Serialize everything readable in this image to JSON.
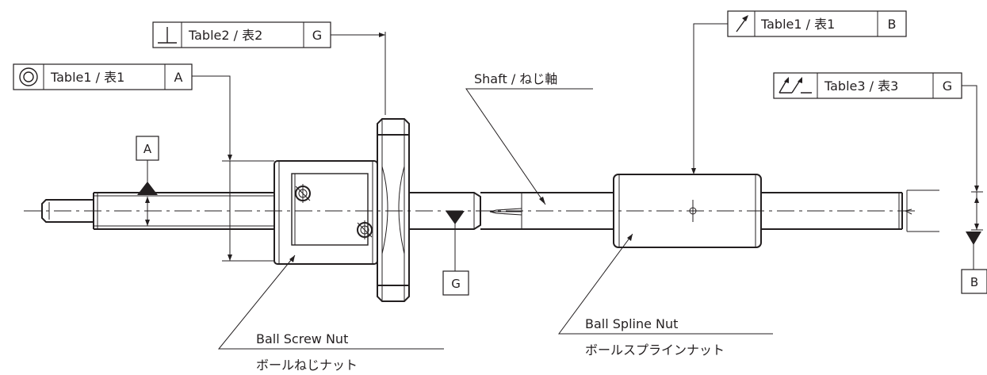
{
  "fcf": {
    "perpendicularity": {
      "symbol": "⊥",
      "tolerance": "Table2 / 表2",
      "datum": "G"
    },
    "concentricity": {
      "symbol": "◎",
      "tolerance": "Table1 / 表1",
      "datum": "A"
    },
    "circular_runout": {
      "symbol": "↗",
      "tolerance": "Table1 / 表1",
      "datum": "B"
    },
    "total_runout": {
      "symbol": "⌰",
      "tolerance": "Table3 / 表3",
      "datum": "G"
    }
  },
  "datums": {
    "a": "A",
    "g": "G",
    "b": "B"
  },
  "labels": {
    "shaft": "Shaft / ねじ軸",
    "ball_screw_nut": "Ball Screw Nut",
    "ball_screw_nut_ja": "ボールねじナット",
    "ball_spline_nut": "Ball Spline Nut",
    "ball_spline_nut_ja": "ボールスプラインナット"
  }
}
